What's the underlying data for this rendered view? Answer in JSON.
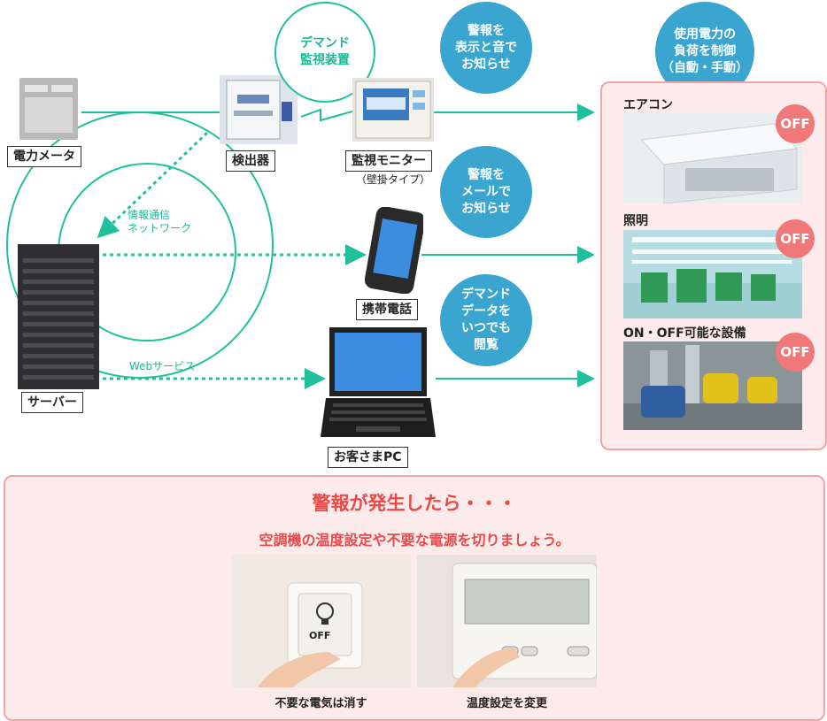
{
  "devices": {
    "meter": "電力メータ",
    "detector": "検出器",
    "monitor": "監視モニター",
    "monitor_sub": "（壁掛タイプ）",
    "phone": "携帯電話",
    "server": "サーバー",
    "pc": "お客さまPC"
  },
  "demand_device": "デマンド\n監視装置",
  "network": {
    "info_label": "情報通信\nネットワーク",
    "web_label": "Webサービス"
  },
  "bubbles": {
    "alarm_sound": "警報を\n表示と音で\nお知らせ",
    "alarm_mail": "警報を\nメールで\nお知らせ",
    "demand_view": "デマンド\nデータを\nいつでも\n閲覧",
    "control": "使用電力の\n負荷を制御\n（自動・手動）"
  },
  "controlled": {
    "aircon": "エアコン",
    "lighting": "照明",
    "equipment": "ON・OFF可能な設備",
    "off": "OFF"
  },
  "advice": {
    "headline": "警報が発生したら・・・",
    "subline": "空調機の温度設定や不要な電源を切りましょう。",
    "switch_caption": "不要な電気は消す",
    "thermo_caption": "温度設定を変更",
    "switch_text": "OFF"
  },
  "colors": {
    "teal": "#20c09c",
    "bubble": "#3aa6cf",
    "off": "#f07878",
    "alert": "#e84a4a"
  }
}
